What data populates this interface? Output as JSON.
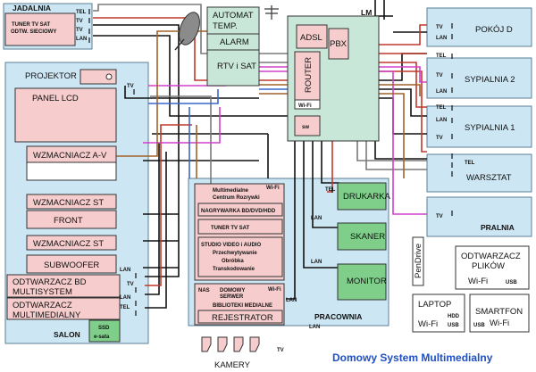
{
  "title": "Domowy System Multimedialny",
  "rooms": {
    "jadalnia": "JADALNIA",
    "salon": "SALON",
    "pracownia": "PRACOWNIA",
    "pokoj_d": "POKÓJ D",
    "sypialnia2": "SYPIALNIA 2",
    "sypialnia1": "SYPIALNIA 1",
    "warsztat": "WARSZTAT",
    "pralnia": "PRALNIA"
  },
  "devices": {
    "tuner_line1": "TUNER  TV  SAT",
    "tuner_line2": "ODTW. SIECIOWY",
    "projektor": "PROJEKTOR",
    "panel_lcd": "PANEL LCD",
    "wzm_av": "WZMACNIACZ A-V",
    "wzm_st1": "WZMACNIACZ ST",
    "front": "FRONT",
    "wzm_st2": "WZMACNIACZ ST",
    "subwoofer": "SUBWOOFER",
    "odtw_bd_line1": "ODTWARZACZ BD",
    "odtw_bd_line2": "MULTISYSTEM",
    "odtw_mm_line1": "ODTWARZACZ",
    "odtw_mm_line2": "MULTIMEDIALNY",
    "ssd_line1": "SSD",
    "ssd_line2": "e-sata",
    "automat_line1": "AUTOMAT",
    "automat_line2": "TEMP.",
    "alarm": "ALARM",
    "rtv_sat": "RTV i SAT",
    "adsl": "ADSL",
    "pbx": "PBX",
    "router": "ROUTER",
    "wifi": "Wi-Fi",
    "sw": "sw",
    "lm": "LM",
    "mm_center_line1": "Multimedialne",
    "mm_center_wifi": "Wi-Fi",
    "mm_center_line2": "Centrum Rozrywki",
    "nagrywarka": "NAGRYWARKA BD/DVD/HDD",
    "tuner2": "TUNER  TV  SAT",
    "studio_line1": "STUDIO VIDEO i AUDIO",
    "studio_line2": "Przechwytywanie",
    "studio_line3": "Obróbka",
    "studio_line4": "Transkodowanie",
    "nas": "NAS",
    "server_line1": "DOMOWY",
    "server_line2": "SERWER",
    "server_wifi": "Wi-Fi",
    "biblioteki": "BIBLIOTEKI MEDIALNE",
    "rejestrator": "REJESTRATOR",
    "drukarka": "DRUKARKA",
    "skaner": "SKANER",
    "monitor": "MONITOR",
    "pendrive": "PenDrive",
    "odtw_plikow_line1": "ODTWARZACZ",
    "odtw_plikow_line2": "PLIKÓW",
    "odtw_plikow_wifi": "Wi-Fi",
    "odtw_plikow_usb": "USB",
    "laptop": "LAPTOP",
    "laptop_hdd": "HDD",
    "laptop_usb": "USB",
    "laptop_wifi": "Wi-Fi",
    "smartfon": "SMARTFON",
    "smartfon_usb": "USB",
    "smartfon_wifi": "Wi-Fi",
    "kamery": "KAMERY"
  },
  "labels": {
    "tel": "TEL",
    "tv": "TV",
    "lan": "LAN"
  },
  "colors": {
    "room_fill": "#cde6f3",
    "device_fill": "#f6cccc",
    "device_green": "#7fcf8a",
    "core_fill": "#c9e7d8",
    "title": "#1f4fc4"
  }
}
